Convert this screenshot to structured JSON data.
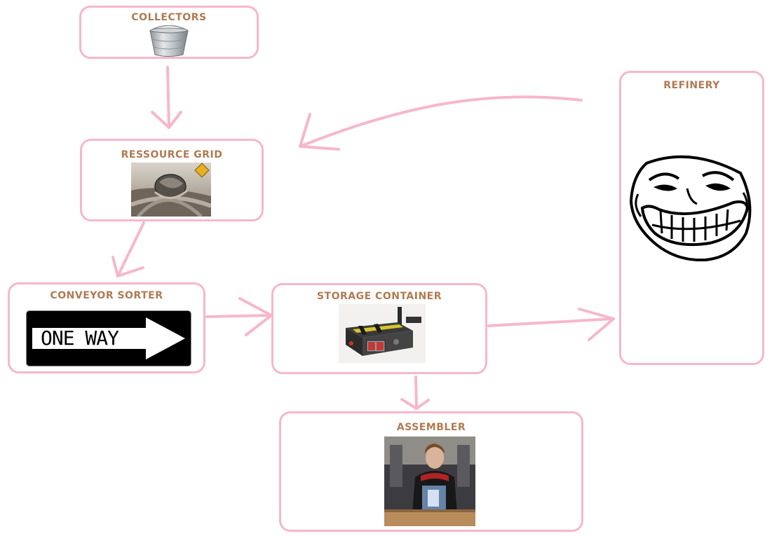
{
  "nodes": {
    "collectors": {
      "label": "COLLECTORS"
    },
    "resource_grid": {
      "label": "RESSOURCE GRID"
    },
    "conveyor_sorter": {
      "label": "CONVEYOR SORTER",
      "sign_text": "ONE WAY"
    },
    "storage_container": {
      "label": "STORAGE CONTAINER"
    },
    "refinery": {
      "label": "REFINERY"
    },
    "assembler": {
      "label": "ASSEMBLER"
    }
  },
  "edges": [
    {
      "from": "collectors",
      "to": "resource_grid"
    },
    {
      "from": "resource_grid",
      "to": "conveyor_sorter"
    },
    {
      "from": "conveyor_sorter",
      "to": "storage_container"
    },
    {
      "from": "storage_container",
      "to": "refinery"
    },
    {
      "from": "storage_container",
      "to": "assembler"
    },
    {
      "from": "refinery",
      "to": "resource_grid"
    }
  ],
  "colors": {
    "border": "#f6b7cc",
    "label": "#b07a52"
  }
}
